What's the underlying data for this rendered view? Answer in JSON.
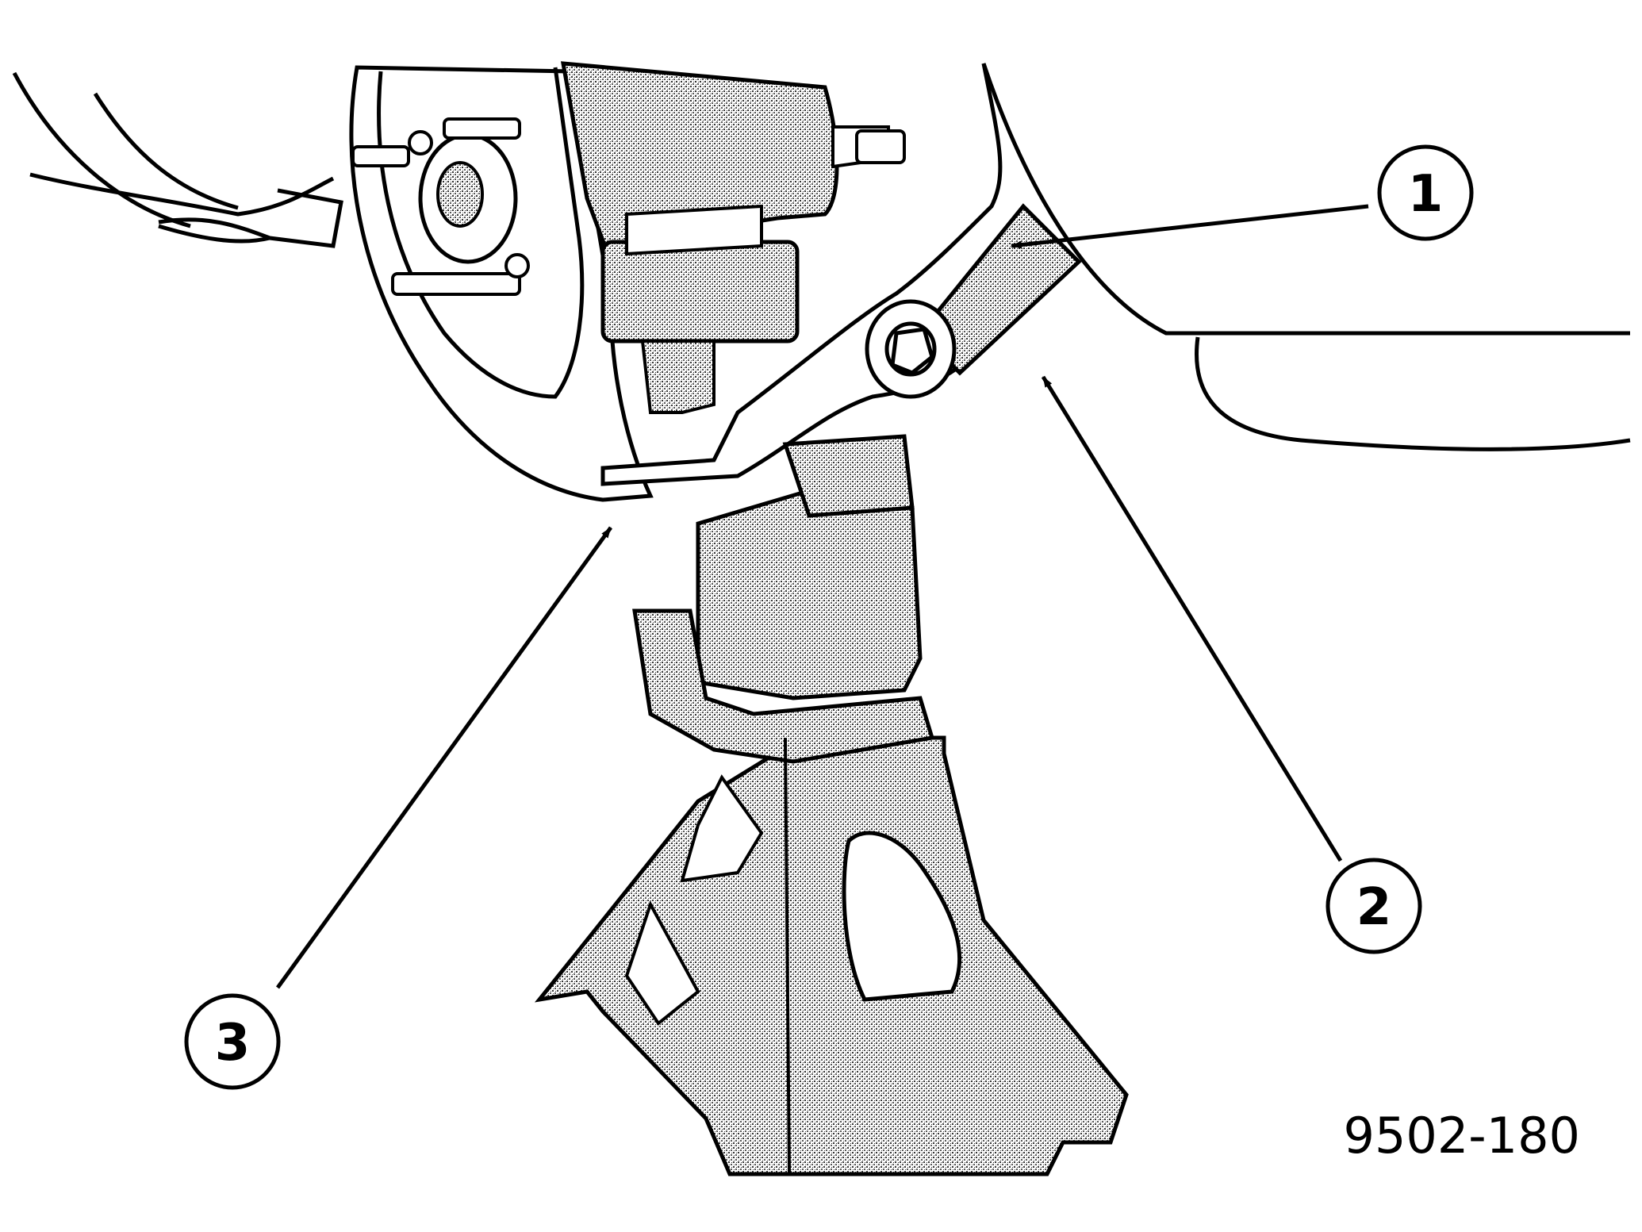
{
  "figure_id": "9502-180",
  "callouts": [
    {
      "number": "1"
    },
    {
      "number": "2"
    },
    {
      "number": "3"
    }
  ],
  "colors": {
    "line": "#000000",
    "background": "#ffffff",
    "shading": "#8c8c8c"
  }
}
